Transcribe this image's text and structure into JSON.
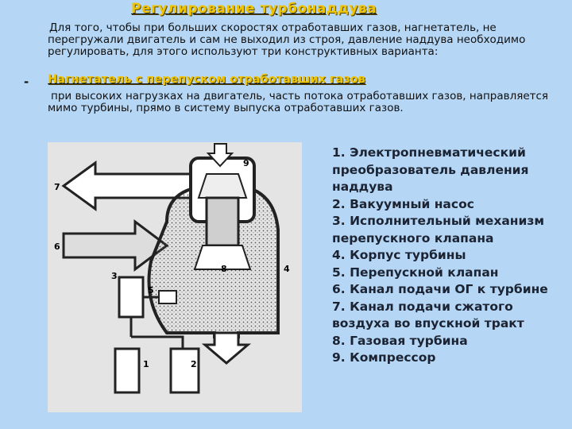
{
  "slide": {
    "title": "Регулирование турбонаддува",
    "intro": "Для того, чтобы при больших скоростях отработавших газов, нагнетатель, не перегружали двигатель и сам не выходил из строя, давление наддува необходимо регулировать, для этого используют три конструктивных варианта:",
    "bullet_marker": "-",
    "subtitle": "Нагнетатель с перепуском отработавших газов",
    "paragraph": "при высоких нагрузках на двигатель, часть потока отработавших газов, направляется мимо турбины, прямо в систему выпуска отработавших газов."
  },
  "diagram": {
    "callouts": [
      "1",
      "2",
      "3",
      "4",
      "5",
      "6",
      "7",
      "8",
      "9"
    ]
  },
  "legend": [
    "1. Электропневматический преобразователь давления наддува",
    "2. Вакуумный насос",
    "3. Исполнительный механизм перепускного клапана",
    "4. Корпус турбины",
    "5. Перепускной клапан",
    "6. Канал подачи ОГ к турбине",
    "7. Канал подачи сжатого воздуха во впускной тракт",
    "8. Газовая турбина",
    "9. Компрессор"
  ],
  "colors": {
    "background": "#b5d6f4",
    "heading": "#f0c400",
    "text": "#111111",
    "diagram_bg": "#e4e4e4"
  }
}
